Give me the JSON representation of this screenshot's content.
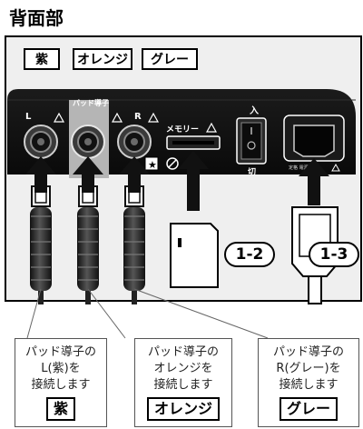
{
  "title": "背面部",
  "connector_labels": {
    "purple": "紫",
    "orange": "オレンジ",
    "gray": "グレー"
  },
  "panel": {
    "port_l": "L",
    "port_r": "R",
    "pad_conductor": "パッド導子",
    "memory": "メモリー",
    "switch_on": "入",
    "switch_off": "切",
    "power_spec": "電源電圧\n電源入力\n定格周波数"
  },
  "badges": {
    "sd_step": "1-2",
    "power_step": "1-3"
  },
  "callouts": [
    {
      "text": "パッド導子の\nL(紫)を\n接続します",
      "tag": "紫"
    },
    {
      "text": "パッド導子の\nオレンジを\n接続します",
      "tag": "オレンジ"
    },
    {
      "text": "パッド導子の\nR(グレー)を\n接続します",
      "tag": "グレー"
    }
  ]
}
